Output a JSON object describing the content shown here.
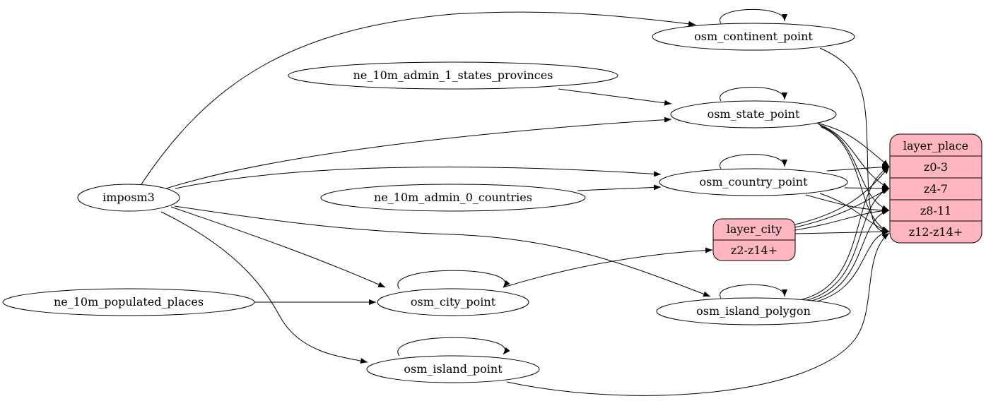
{
  "nodes": {
    "imposm3": "imposm3",
    "ne_10m_admin_1_states_provinces": "ne_10m_admin_1_states_provinces",
    "ne_10m_admin_0_countries": "ne_10m_admin_0_countries",
    "ne_10m_populated_places": "ne_10m_populated_places",
    "osm_continent_point": "osm_continent_point",
    "osm_state_point": "osm_state_point",
    "osm_country_point": "osm_country_point",
    "osm_city_point": "osm_city_point",
    "osm_island_polygon": "osm_island_polygon",
    "osm_island_point": "osm_island_point"
  },
  "layer_city": {
    "title": "layer_city",
    "ports": [
      "z2-z14+"
    ]
  },
  "layer_place": {
    "title": "layer_place",
    "ports": [
      "z0-3",
      "z4-7",
      "z8-11",
      "z12-z14+"
    ]
  },
  "fill_color": "#ffb6c1",
  "edges": [
    {
      "from": "imposm3",
      "to": "osm_continent_point"
    },
    {
      "from": "ne_10m_admin_1_states_provinces",
      "to": "osm_state_point"
    },
    {
      "from": "imposm3",
      "to": "osm_state_point"
    },
    {
      "from": "imposm3",
      "to": "osm_country_point"
    },
    {
      "from": "ne_10m_admin_0_countries",
      "to": "osm_country_point"
    },
    {
      "from": "imposm3",
      "to": "osm_island_polygon"
    },
    {
      "from": "imposm3",
      "to": "osm_city_point"
    },
    {
      "from": "imposm3",
      "to": "osm_island_point"
    },
    {
      "from": "ne_10m_populated_places",
      "to": "osm_city_point"
    },
    {
      "from": "osm_city_point",
      "to": "layer_city:z2-z14+"
    },
    {
      "from": "osm_continent_point",
      "to": "osm_continent_point"
    },
    {
      "from": "osm_state_point",
      "to": "osm_state_point"
    },
    {
      "from": "osm_country_point",
      "to": "osm_country_point"
    },
    {
      "from": "osm_city_point",
      "to": "osm_city_point"
    },
    {
      "from": "osm_island_polygon",
      "to": "osm_island_polygon"
    },
    {
      "from": "osm_island_point",
      "to": "osm_island_point"
    },
    {
      "from": "osm_continent_point",
      "to": "layer_place:z12-z14+"
    },
    {
      "from": "osm_state_point",
      "to": "layer_place:z0-3"
    },
    {
      "from": "osm_state_point",
      "to": "layer_place:z4-7"
    },
    {
      "from": "osm_state_point",
      "to": "layer_place:z8-11"
    },
    {
      "from": "osm_state_point",
      "to": "layer_place:z12-z14+"
    },
    {
      "from": "osm_country_point",
      "to": "layer_place:z0-3"
    },
    {
      "from": "osm_country_point",
      "to": "layer_place:z4-7"
    },
    {
      "from": "osm_country_point",
      "to": "layer_place:z8-11"
    },
    {
      "from": "osm_country_point",
      "to": "layer_place:z12-z14+"
    },
    {
      "from": "layer_city",
      "to": "layer_place:z0-3"
    },
    {
      "from": "layer_city",
      "to": "layer_place:z4-7"
    },
    {
      "from": "layer_city",
      "to": "layer_place:z8-11"
    },
    {
      "from": "layer_city",
      "to": "layer_place:z12-z14+"
    },
    {
      "from": "osm_island_polygon",
      "to": "layer_place:z0-3"
    },
    {
      "from": "osm_island_polygon",
      "to": "layer_place:z4-7"
    },
    {
      "from": "osm_island_polygon",
      "to": "layer_place:z8-11"
    },
    {
      "from": "osm_island_polygon",
      "to": "layer_place:z12-z14+"
    },
    {
      "from": "osm_island_point",
      "to": "layer_place:z12-z14+"
    }
  ]
}
